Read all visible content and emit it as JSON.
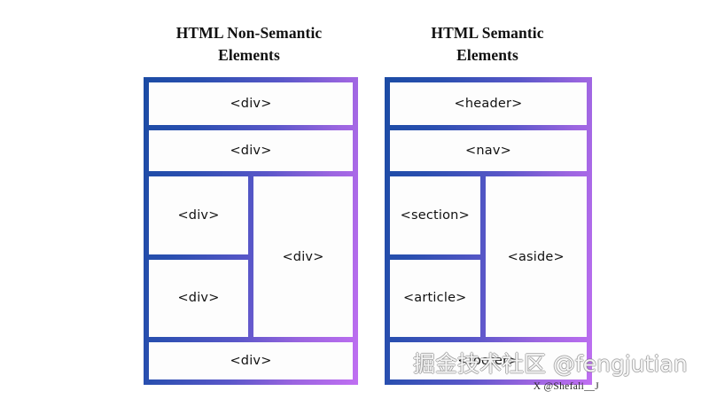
{
  "page": {
    "background": "#ffffff",
    "gradient_start": "#1b4ba4",
    "gradient_end": "#c06ff2"
  },
  "panels": [
    {
      "id": "non-semantic",
      "title": "HTML Non-Semantic\nElements",
      "title_line1": "HTML Non-Semantic",
      "title_line2": "Elements",
      "cells": {
        "header": "<div>",
        "nav": "<div>",
        "section": "<div>",
        "article": "<div>",
        "aside": "<div>",
        "footer": "<div>"
      }
    },
    {
      "id": "semantic",
      "title": "HTML Semantic\nElements",
      "title_line1": "HTML Semantic",
      "title_line2": "Elements",
      "cells": {
        "header": "<header>",
        "nav": "<nav>",
        "section": "<section>",
        "article": "<article>",
        "aside": "<aside>",
        "footer": "<footer>"
      }
    }
  ],
  "watermark": {
    "overlay": "掘金技术社区 @fengjutian",
    "credit": "X @Shefali__J"
  }
}
